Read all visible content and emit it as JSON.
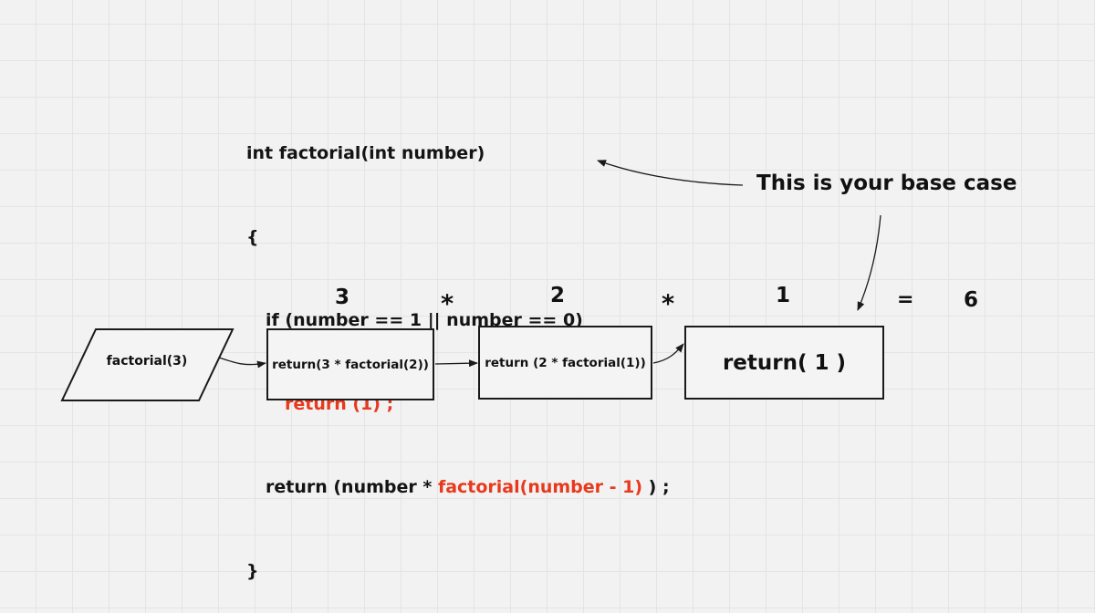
{
  "code": {
    "signature": "int factorial(int number)",
    "open_brace": "{",
    "if_line": "if (number == 1 || number == 0)",
    "return_base": "return (1) ;",
    "return_pre": "return (number * ",
    "return_call": "factorial(number - 1)",
    "return_post": " ) ;",
    "close_brace": "}"
  },
  "annotation": "This is your base case",
  "sequence": {
    "n3": "3",
    "op1": "*",
    "n2": "2",
    "op2": "*",
    "n1": "1",
    "eq": "=",
    "result": "6"
  },
  "flow": {
    "start": "factorial(3)",
    "step1": "return(3 * factorial(2))",
    "step2": "return (2 * factorial(1))",
    "step3": "return( 1 )"
  },
  "colors": {
    "highlight": "#e8391c",
    "ink": "#111111",
    "grid": "#e4e4e4"
  }
}
